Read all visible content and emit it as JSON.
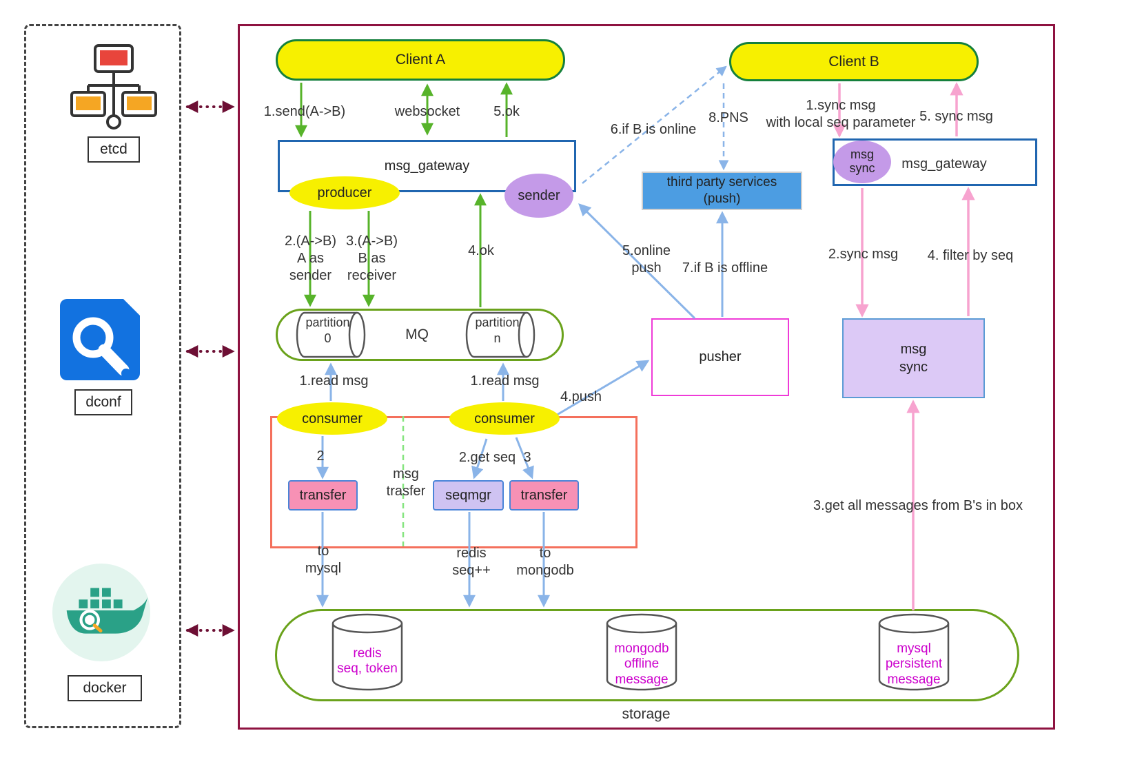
{
  "palette": {
    "yellow": "#f7f000",
    "client_border_green": "#15803d",
    "olive_green_border": "#6aa21b",
    "blue_border": "#2066b0",
    "blue_fill": "#4c9de2",
    "purple_fill": "#c49ae8",
    "light_purple_fill": "#dcc9f6",
    "pink_fill": "#f791b5",
    "magenta_text": "#cc00cc",
    "maroon_border": "#8e1240",
    "salmon_border": "#f4705c",
    "arrow_green": "#57b32a",
    "arrow_blue": "#8ab4e8",
    "arrow_pink": "#f7a3cf"
  },
  "left": {
    "etcd": "etcd",
    "dconf": "dconf",
    "docker": "docker"
  },
  "nodes": {
    "client_a": "Client A",
    "client_b": "Client B",
    "gateway_a": "msg_gateway",
    "gateway_b": "msg_gateway",
    "producer": "producer",
    "sender": "sender",
    "consumer_left": "consumer",
    "consumer_right": "consumer",
    "mq": "MQ",
    "partition_0": "partition\n0",
    "partition_n": "partition\nn",
    "transfer_left": "transfer",
    "seqmgr": "seqmgr",
    "transfer_right": "transfer",
    "pusher": "pusher",
    "third_party": "third party services\n(push)",
    "msg_sync_ellipse": "msg\nsync",
    "msg_sync_box": "msg\nsync",
    "storage": "storage",
    "redis_db": "redis\nseq, token",
    "mongodb_db": "mongodb\noffline\nmessage",
    "mysql_db": "mysql\npersistent\nmessage"
  },
  "labels": {
    "send": "1.send(A->B)",
    "websocket": "websocket",
    "ok5": "5.ok",
    "a_as_sender": "2.(A->B)\nA as\nsender",
    "b_as_receiver": "3.(A->B)\nB as\nreceiver",
    "ok4": "4.ok",
    "read_left": "1.read msg",
    "read_right": "1.read msg",
    "push4": "4.push",
    "step2": "2",
    "get_seq": "2.get seq",
    "step3": "3",
    "msg_trasfer": "msg\ntrasfer",
    "to_mysql": "to\nmysql",
    "redis_seq": "redis\nseq++",
    "to_mongodb": "to\nmongodb",
    "if_online": "6.if B is online",
    "pns": "8.PNS",
    "online_push": "5.online\npush",
    "if_offline": "7.if B is offline",
    "sync1": "1.sync msg\nwith local seq parameter",
    "sync5": "5. sync msg",
    "sync2": "2.sync msg",
    "filter4": "4. filter by seq",
    "get_all": "3.get all messages from B's in box"
  }
}
